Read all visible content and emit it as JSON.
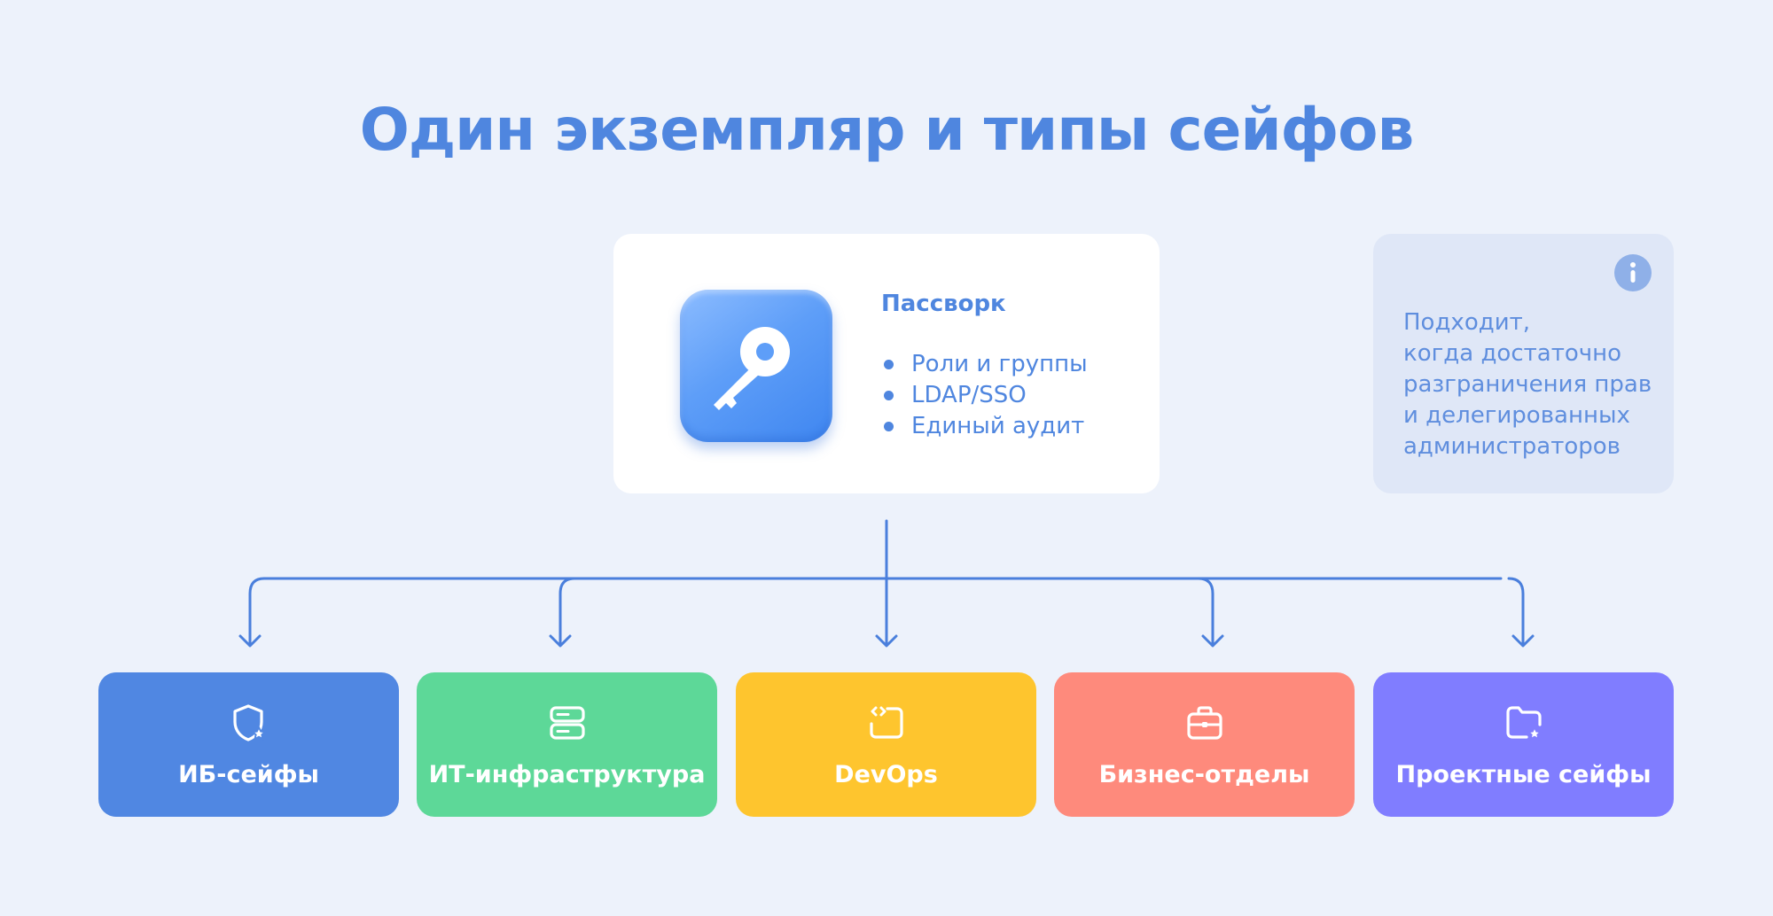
{
  "title": "Один экземпляр и типы сейфов",
  "app": {
    "name": "Пассворк",
    "icon": "key-icon",
    "features": [
      "Роли и группы",
      "LDAP/SSO",
      "Единый аудит"
    ]
  },
  "info": {
    "icon": "info-icon",
    "lines": [
      "Подходит,",
      "когда достаточно",
      "разграничения прав",
      "и делегированных",
      "администраторов"
    ]
  },
  "tiles": [
    {
      "label": "ИБ-сейфы",
      "icon": "shield-star-icon",
      "color": "#5087e2"
    },
    {
      "label": "ИТ-инфраструктура",
      "icon": "server-icon",
      "color": "#5dd898"
    },
    {
      "label": "DevOps",
      "icon": "code-icon",
      "color": "#fec52e"
    },
    {
      "label": "Бизнес-отделы",
      "icon": "briefcase-icon",
      "color": "#fe8a7c"
    },
    {
      "label": "Проектные сейфы",
      "icon": "folder-star-icon",
      "color": "#807dff"
    }
  ],
  "colors": {
    "background": "#edf2fb",
    "accent": "#4f86df",
    "connector": "#4a7fdc"
  }
}
